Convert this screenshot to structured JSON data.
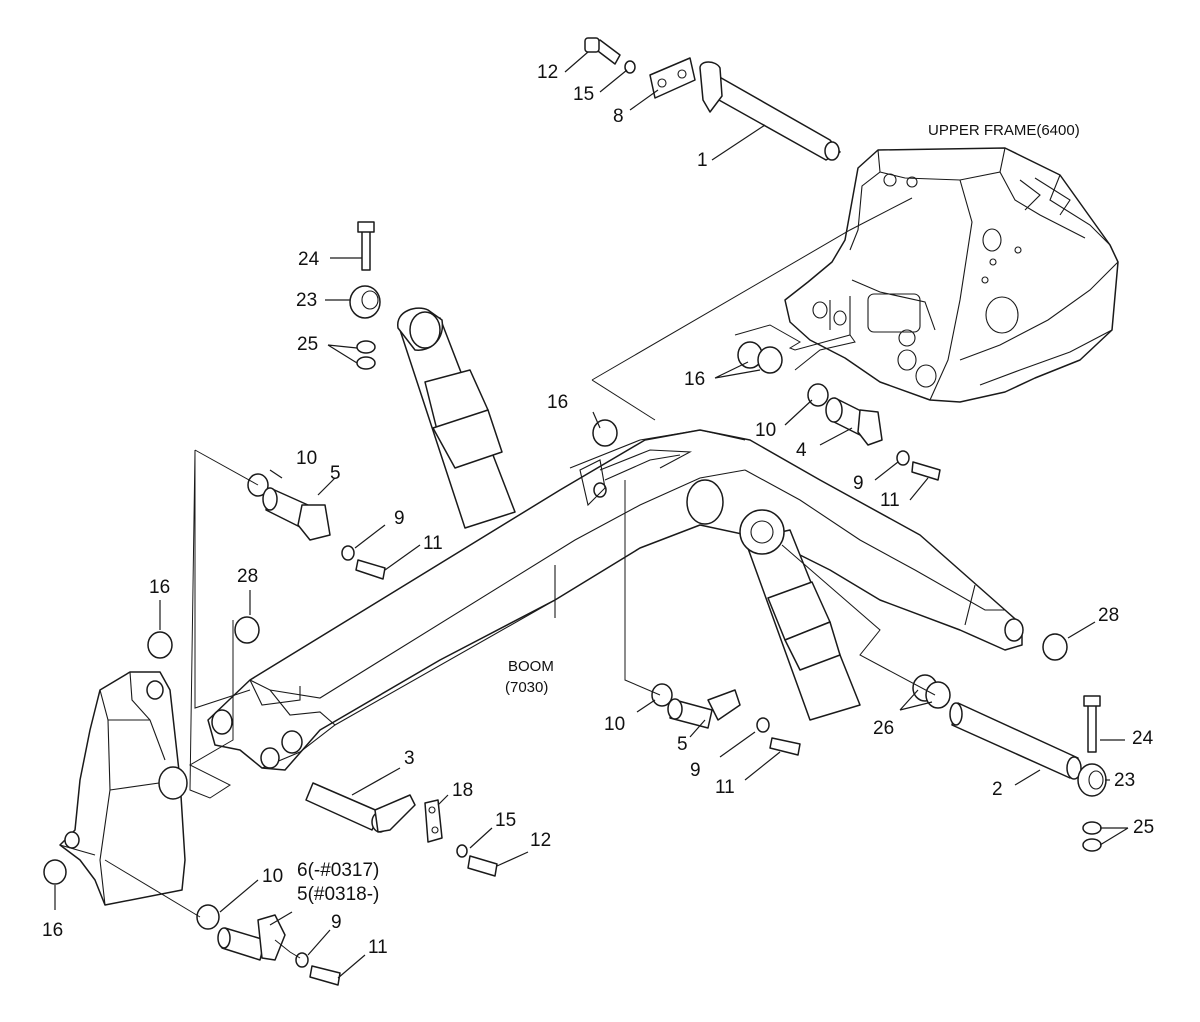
{
  "diagram": {
    "regions": {
      "upper_frame": "UPPER FRAME(6400)",
      "boom_line1": "BOOM",
      "boom_line2": "(7030)"
    },
    "callouts": {
      "c12_top": "12",
      "c15_top": "15",
      "c8": "8",
      "c1": "1",
      "c24_left": "24",
      "c23_left": "23",
      "c25_left": "25",
      "c16_frame": "16",
      "c10_frame": "10",
      "c4": "4",
      "c9_frame": "9",
      "c11_frame": "11",
      "c16_mid": "16",
      "c10_left": "10",
      "c5_left": "5",
      "c9_left": "9",
      "c11_left": "11",
      "c16_left": "16",
      "c28_left": "28",
      "c28_right": "28",
      "c10_center": "10",
      "c5_center": "5",
      "c9_center": "9",
      "c11_center": "11",
      "c26": "26",
      "c2": "2",
      "c24_right": "24",
      "c23_right": "23",
      "c25_right": "25",
      "c3": "3",
      "c18": "18",
      "c15_bottom": "15",
      "c12_bottom": "12",
      "c10_bottom": "10",
      "c6_note": "6(-#0317)",
      "c5_note": "5(#0318-)",
      "c9_bottom": "9",
      "c11_bottom": "11",
      "c16_bottom": "16"
    }
  }
}
